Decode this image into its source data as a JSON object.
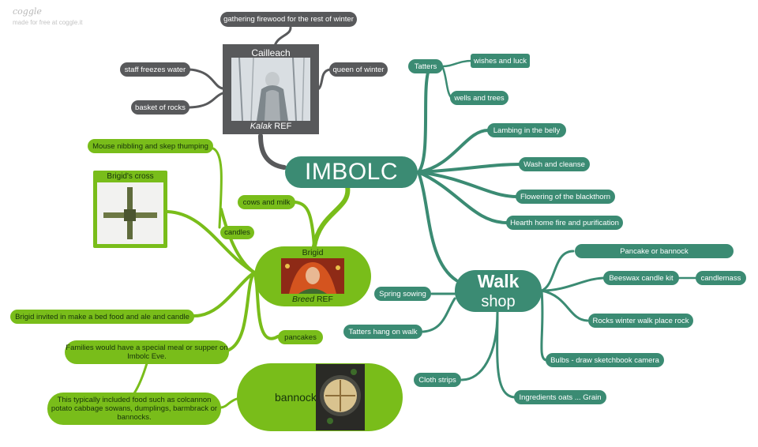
{
  "brand": {
    "logo": "coggle",
    "tagline": "made for free at coggle.it"
  },
  "colors": {
    "gray": "#58595b",
    "teal": "#3b8b73",
    "green": "#79bd1a",
    "green_text": "#17330b"
  },
  "central": {
    "label": "IMBOLC"
  },
  "cailleach": {
    "title": "Cailleach",
    "ref_name": "Kalak",
    "ref_suffix": "REF",
    "image": "cailleach-in-snowy-forest",
    "branches": [
      "gathering firewood for the rest of winter",
      "staff freezes water",
      "basket of rocks",
      "queen of winter"
    ]
  },
  "tatters": {
    "label": "Tatters",
    "children": [
      "wishes and luck",
      "wells and trees"
    ]
  },
  "imbolc_branches": [
    "Lambing in the belly",
    "Wash and cleanse",
    "Flowering of the blackthorn",
    "Hearth home fire and purification"
  ],
  "walk": {
    "line1": "Walk",
    "line2": "shop",
    "right": [
      "Pancake or bannock",
      "Beeswax candle kit",
      "Rocks winter walk place rock",
      "Bulbs - draw sketchbook camera",
      "Ingredients oats ... Grain"
    ],
    "candlemass": "candlemass",
    "left": [
      "Spring sowing",
      "Tatters hang on walk",
      "Cloth strips"
    ]
  },
  "brigid": {
    "title": "Brigid",
    "ref_name": "Breed",
    "ref_suffix": "REF",
    "image": "brigid-portrait",
    "cross_title": "Brigid's cross",
    "cross_image": "woven-rush-cross",
    "nodes": {
      "cows": "cows and milk",
      "mouse": "Mouse nibbling and skep thumping",
      "candles": "candles",
      "invited": "Brigid invited in make a bed food and ale and candle",
      "families": "Families would have a special meal or supper on Imbolc Eve.",
      "pancakes": "pancakes",
      "typically": "This typically included food such as colcannon potato cabbage sowans, dumplings, barmbrack or bannocks."
    }
  },
  "bannock": {
    "label": "bannock",
    "image": "bannock-bread-in-pan"
  }
}
